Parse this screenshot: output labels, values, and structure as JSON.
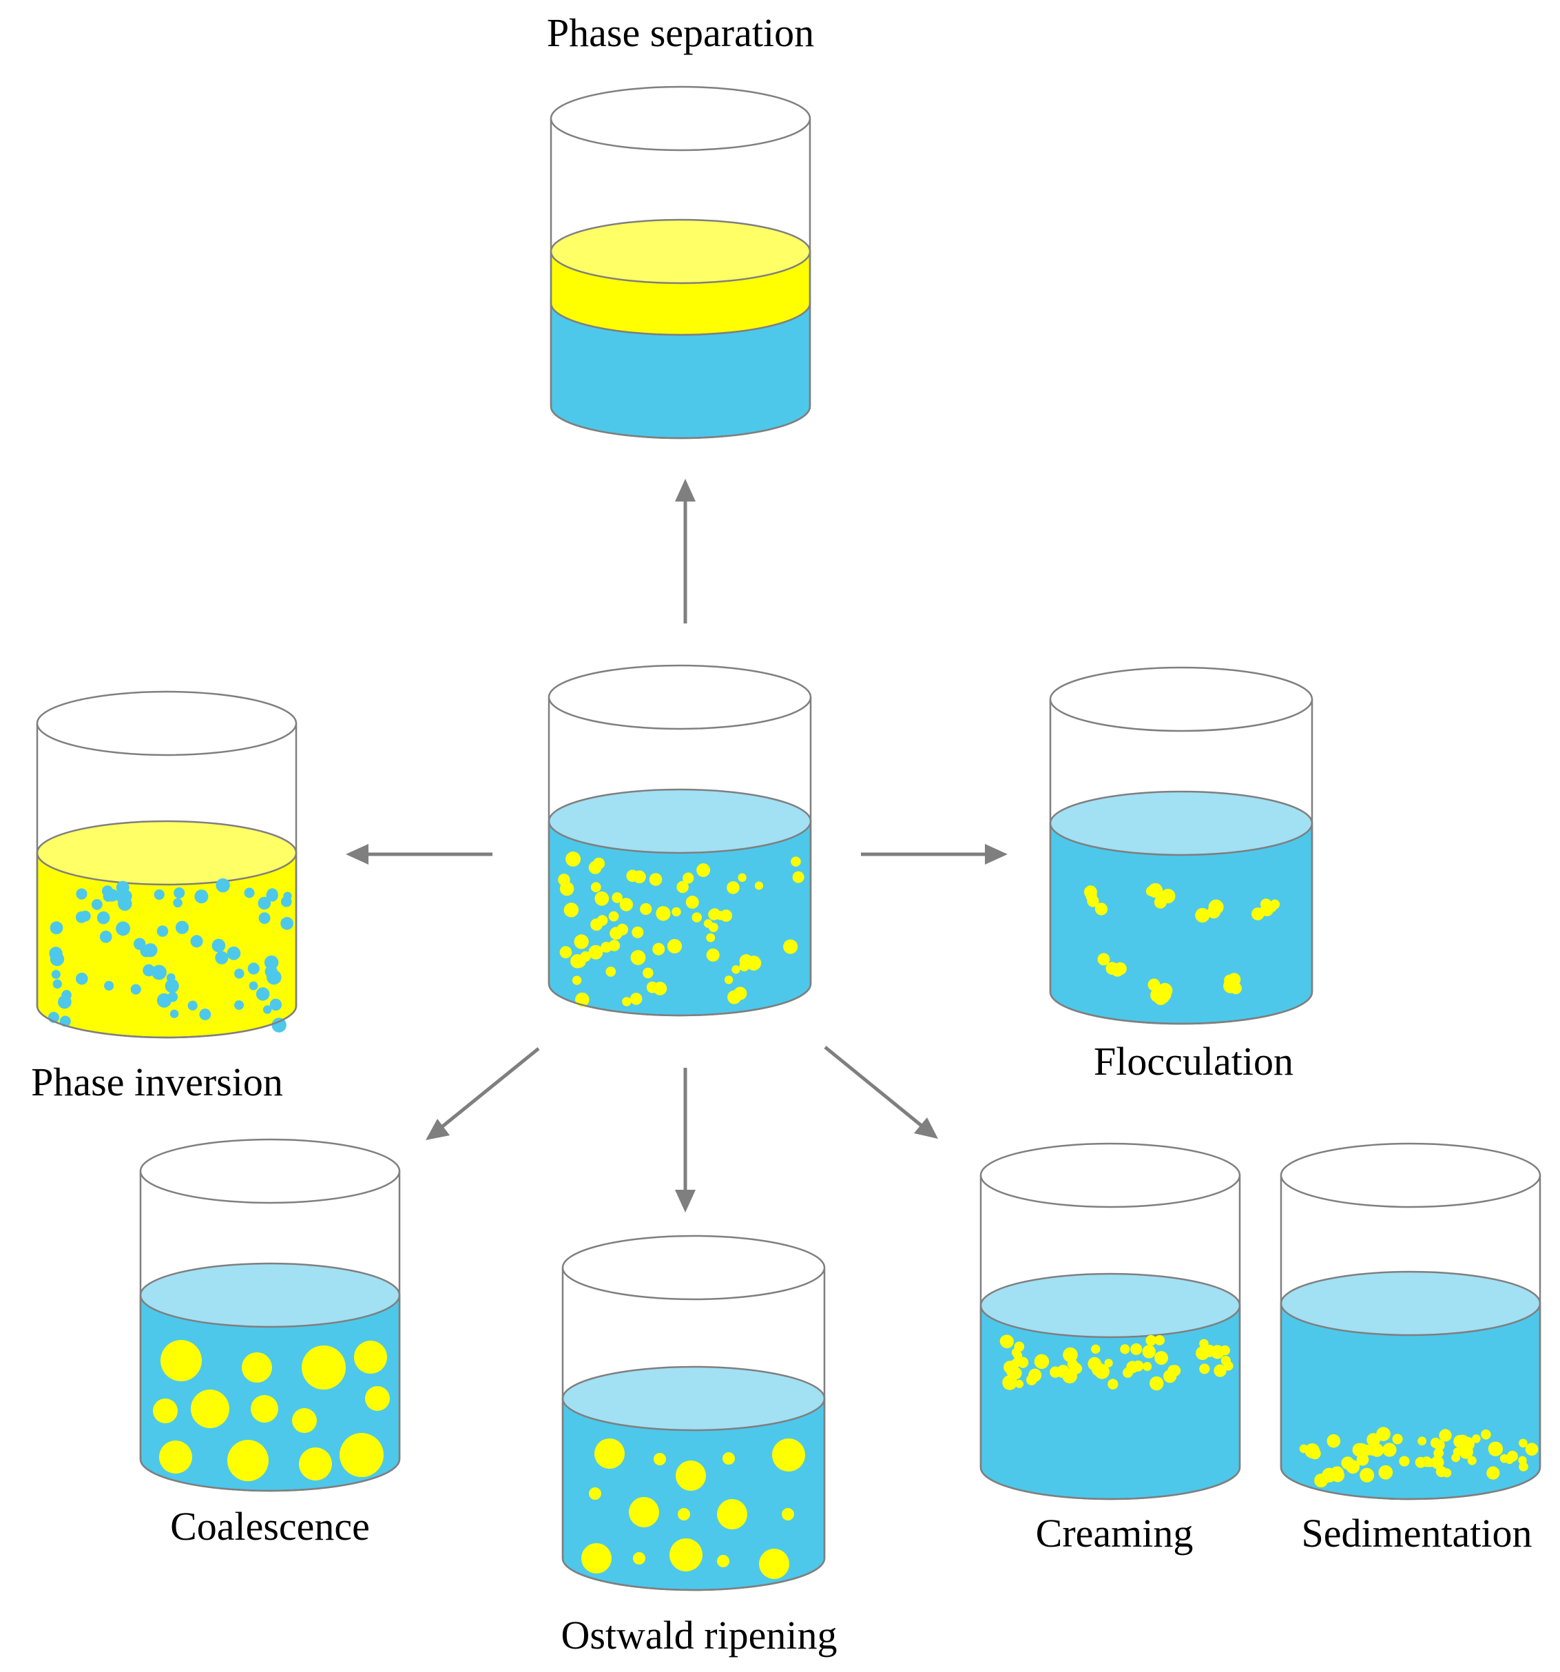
{
  "labels": {
    "phase_separation": "Phase separation",
    "phase_inversion": "Phase inversion",
    "flocculation": "Flocculation",
    "coalescence": "Coalescence",
    "ostwald_ripening": "Ostwald ripening",
    "creaming": "Creaming",
    "sedimentation": "Sedimentation"
  },
  "colors": {
    "water": "#4dc8ea",
    "water_surface": "#a2e0f4",
    "oil": "#ffff00",
    "oil_surface": "#ffff66",
    "outline": "#7f7f7f",
    "arrow": "#7f7f7f"
  }
}
